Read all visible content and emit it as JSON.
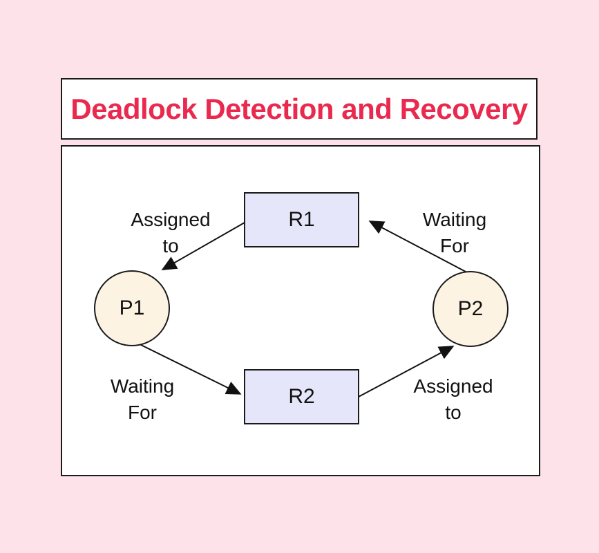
{
  "title": "Deadlock Detection and Recovery",
  "colors": {
    "page_background": "#fde3e9",
    "panel_background": "#ffffff",
    "panel_border": "#1a1a1a",
    "title_text": "#e92a4e",
    "resource_node_fill": "#e6e6fa",
    "process_node_fill": "#fdf3e2",
    "edge_stroke": "#111111"
  },
  "diagram": {
    "nodes": {
      "r1": {
        "label": "R1",
        "type": "resource"
      },
      "r2": {
        "label": "R2",
        "type": "resource"
      },
      "p1": {
        "label": "P1",
        "type": "process"
      },
      "p2": {
        "label": "P2",
        "type": "process"
      }
    },
    "edges": {
      "r1_to_p1": {
        "from": "R1",
        "to": "P1",
        "label_lines": [
          "Assigned",
          "to"
        ]
      },
      "p1_to_r2": {
        "from": "P1",
        "to": "R2",
        "label_lines": [
          "Waiting",
          "For"
        ]
      },
      "r2_to_p2": {
        "from": "R2",
        "to": "P2",
        "label_lines": [
          "Assigned",
          "to"
        ]
      },
      "p2_to_r1": {
        "from": "P2",
        "to": "R1",
        "label_lines": [
          "Waiting",
          "For"
        ]
      }
    }
  }
}
